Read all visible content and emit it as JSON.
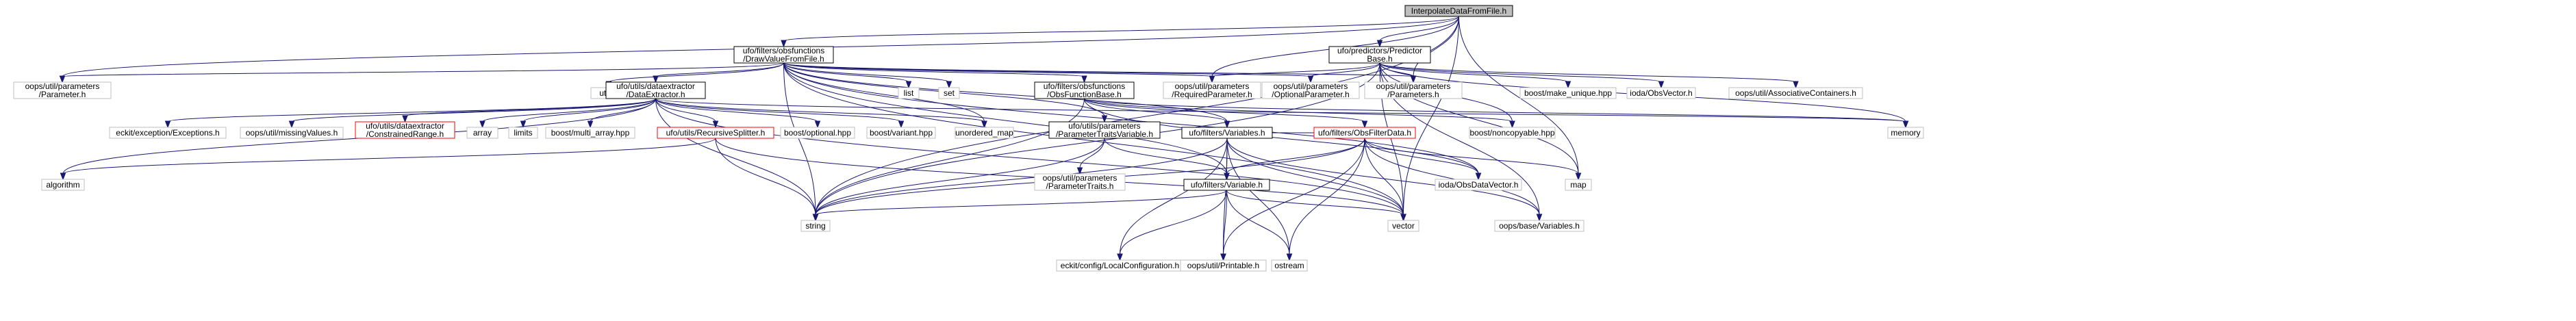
{
  "diagram": {
    "kind": "include-dependency-graph",
    "colors": {
      "focus_fill": "#bfbfbf",
      "documented_border": "#000000",
      "external_border": "#bfbfbf",
      "truncated_border": "#ff0000",
      "edge": "#191970",
      "background": "#ffffff"
    },
    "nodes": [
      {
        "id": "root",
        "lines": [
          "InterpolateDataFromFile.h"
        ],
        "style": "focus"
      },
      {
        "id": "draw",
        "lines": [
          "ufo/filters/obsfunctions",
          "/DrawValueFromFile.h"
        ],
        "style": "doc"
      },
      {
        "id": "predbase",
        "lines": [
          "ufo/predictors/Predictor",
          "Base.h"
        ],
        "style": "doc"
      },
      {
        "id": "param",
        "lines": [
          "oops/util/parameters",
          "/Parameter.h"
        ],
        "style": "ext"
      },
      {
        "id": "utility",
        "lines": [
          "utility"
        ],
        "style": "ext"
      },
      {
        "id": "dataext",
        "lines": [
          "ufo/utils/dataextractor",
          "/DataExtractor.h"
        ],
        "style": "doc"
      },
      {
        "id": "list",
        "lines": [
          "list"
        ],
        "style": "ext"
      },
      {
        "id": "set",
        "lines": [
          "set"
        ],
        "style": "ext"
      },
      {
        "id": "obsfuncbase",
        "lines": [
          "ufo/filters/obsfunctions",
          "/ObsFunctionBase.h"
        ],
        "style": "doc"
      },
      {
        "id": "reqparam",
        "lines": [
          "oops/util/parameters",
          "/RequiredParameter.h"
        ],
        "style": "ext"
      },
      {
        "id": "optparam",
        "lines": [
          "oops/util/parameters",
          "/OptionalParameter.h"
        ],
        "style": "ext"
      },
      {
        "id": "params",
        "lines": [
          "oops/util/parameters",
          "/Parameters.h"
        ],
        "style": "ext"
      },
      {
        "id": "makeunique",
        "lines": [
          "boost/make_unique.hpp"
        ],
        "style": "ext"
      },
      {
        "id": "obsvector",
        "lines": [
          "ioda/ObsVector.h"
        ],
        "style": "ext"
      },
      {
        "id": "assoc",
        "lines": [
          "oops/util/AssociativeContainers.h"
        ],
        "style": "ext"
      },
      {
        "id": "memory",
        "lines": [
          "memory"
        ],
        "style": "ext"
      },
      {
        "id": "eckitexc",
        "lines": [
          "eckit/exception/Exceptions.h"
        ],
        "style": "ext"
      },
      {
        "id": "missing",
        "lines": [
          "oops/util/missingValues.h"
        ],
        "style": "ext"
      },
      {
        "id": "constrained",
        "lines": [
          "ufo/utils/dataextractor",
          "/ConstrainedRange.h"
        ],
        "style": "trunc"
      },
      {
        "id": "array",
        "lines": [
          "array"
        ],
        "style": "ext"
      },
      {
        "id": "limits",
        "lines": [
          "limits"
        ],
        "style": "ext"
      },
      {
        "id": "multiarray",
        "lines": [
          "boost/multi_array.hpp"
        ],
        "style": "ext"
      },
      {
        "id": "recsplit",
        "lines": [
          "ufo/utils/RecursiveSplitter.h"
        ],
        "style": "trunc"
      },
      {
        "id": "optional",
        "lines": [
          "boost/optional.hpp"
        ],
        "style": "ext"
      },
      {
        "id": "variant",
        "lines": [
          "boost/variant.hpp"
        ],
        "style": "ext"
      },
      {
        "id": "unordered",
        "lines": [
          "unordered_map"
        ],
        "style": "ext"
      },
      {
        "id": "paramtraits",
        "lines": [
          "ufo/utils/parameters",
          "/ParameterTraitsVariable.h"
        ],
        "style": "doc"
      },
      {
        "id": "variables",
        "lines": [
          "ufo/filters/Variables.h"
        ],
        "style": "doc"
      },
      {
        "id": "obsfilterdata",
        "lines": [
          "ufo/filters/ObsFilterData.h"
        ],
        "style": "trunc"
      },
      {
        "id": "noncopyable",
        "lines": [
          "boost/noncopyable.hpp"
        ],
        "style": "ext"
      },
      {
        "id": "algorithm",
        "lines": [
          "algorithm"
        ],
        "style": "ext"
      },
      {
        "id": "oopsparamtraits",
        "lines": [
          "oops/util/parameters",
          "/ParameterTraits.h"
        ],
        "style": "ext"
      },
      {
        "id": "variable",
        "lines": [
          "ufo/filters/Variable.h"
        ],
        "style": "doc"
      },
      {
        "id": "obsdatavector",
        "lines": [
          "ioda/ObsDataVector.h"
        ],
        "style": "ext"
      },
      {
        "id": "map",
        "lines": [
          "map"
        ],
        "style": "ext"
      },
      {
        "id": "string",
        "lines": [
          "string"
        ],
        "style": "ext"
      },
      {
        "id": "localconf",
        "lines": [
          "eckit/config/LocalConfiguration.h"
        ],
        "style": "ext"
      },
      {
        "id": "printable",
        "lines": [
          "oops/util/Printable.h"
        ],
        "style": "ext"
      },
      {
        "id": "ostream",
        "lines": [
          "ostream"
        ],
        "style": "ext"
      },
      {
        "id": "vector",
        "lines": [
          "vector"
        ],
        "style": "ext"
      },
      {
        "id": "oopsvars",
        "lines": [
          "oops/base/Variables.h"
        ],
        "style": "ext"
      }
    ],
    "edges": [
      [
        "root",
        "draw"
      ],
      [
        "root",
        "predbase"
      ],
      [
        "root",
        "param"
      ],
      [
        "root",
        "reqparam"
      ],
      [
        "root",
        "params"
      ],
      [
        "root",
        "map"
      ],
      [
        "root",
        "string"
      ],
      [
        "root",
        "vector"
      ],
      [
        "draw",
        "param"
      ],
      [
        "draw",
        "utility"
      ],
      [
        "draw",
        "dataext"
      ],
      [
        "draw",
        "list"
      ],
      [
        "draw",
        "set"
      ],
      [
        "draw",
        "obsfuncbase"
      ],
      [
        "draw",
        "reqparam"
      ],
      [
        "draw",
        "optparam"
      ],
      [
        "draw",
        "params"
      ],
      [
        "draw",
        "unordered"
      ],
      [
        "draw",
        "paramtraits"
      ],
      [
        "draw",
        "variables"
      ],
      [
        "draw",
        "variable"
      ],
      [
        "draw",
        "string"
      ],
      [
        "draw",
        "vector"
      ],
      [
        "draw",
        "obsdatavector"
      ],
      [
        "predbase",
        "reqparam"
      ],
      [
        "predbase",
        "optparam"
      ],
      [
        "predbase",
        "params"
      ],
      [
        "predbase",
        "makeunique"
      ],
      [
        "predbase",
        "obsvector"
      ],
      [
        "predbase",
        "assoc"
      ],
      [
        "predbase",
        "memory"
      ],
      [
        "predbase",
        "noncopyable"
      ],
      [
        "predbase",
        "map"
      ],
      [
        "predbase",
        "string"
      ],
      [
        "predbase",
        "vector"
      ],
      [
        "predbase",
        "oopsvars"
      ],
      [
        "dataext",
        "eckitexc"
      ],
      [
        "dataext",
        "missing"
      ],
      [
        "dataext",
        "constrained"
      ],
      [
        "dataext",
        "array"
      ],
      [
        "dataext",
        "limits"
      ],
      [
        "dataext",
        "multiarray"
      ],
      [
        "dataext",
        "recsplit"
      ],
      [
        "dataext",
        "optional"
      ],
      [
        "dataext",
        "variant"
      ],
      [
        "dataext",
        "unordered"
      ],
      [
        "dataext",
        "algorithm"
      ],
      [
        "dataext",
        "memory"
      ],
      [
        "dataext",
        "string"
      ],
      [
        "dataext",
        "vector"
      ],
      [
        "obsfuncbase",
        "obsfilterdata"
      ],
      [
        "obsfuncbase",
        "variables"
      ],
      [
        "obsfuncbase",
        "noncopyable"
      ],
      [
        "obsfuncbase",
        "obsdatavector"
      ],
      [
        "obsfuncbase",
        "string"
      ],
      [
        "obsfuncbase",
        "memory"
      ],
      [
        "recsplit",
        "algorithm"
      ],
      [
        "recsplit",
        "vector"
      ],
      [
        "recsplit",
        "string"
      ],
      [
        "paramtraits",
        "oopsparamtraits"
      ],
      [
        "paramtraits",
        "variable"
      ],
      [
        "paramtraits",
        "string"
      ],
      [
        "variables",
        "variable"
      ],
      [
        "variables",
        "localconf"
      ],
      [
        "variables",
        "printable"
      ],
      [
        "variables",
        "ostream"
      ],
      [
        "variables",
        "string"
      ],
      [
        "variables",
        "vector"
      ],
      [
        "variables",
        "oopsvars"
      ],
      [
        "obsfilterdata",
        "variable"
      ],
      [
        "obsfilterdata",
        "variables"
      ],
      [
        "obsfilterdata",
        "obsdatavector"
      ],
      [
        "obsfilterdata",
        "map"
      ],
      [
        "obsfilterdata",
        "printable"
      ],
      [
        "obsfilterdata",
        "ostream"
      ],
      [
        "obsfilterdata",
        "string"
      ],
      [
        "obsfilterdata",
        "vector"
      ],
      [
        "obsfilterdata",
        "oopsvars"
      ],
      [
        "variable",
        "localconf"
      ],
      [
        "variable",
        "printable"
      ],
      [
        "variable",
        "ostream"
      ],
      [
        "variable",
        "string"
      ],
      [
        "variable",
        "vector"
      ]
    ]
  }
}
